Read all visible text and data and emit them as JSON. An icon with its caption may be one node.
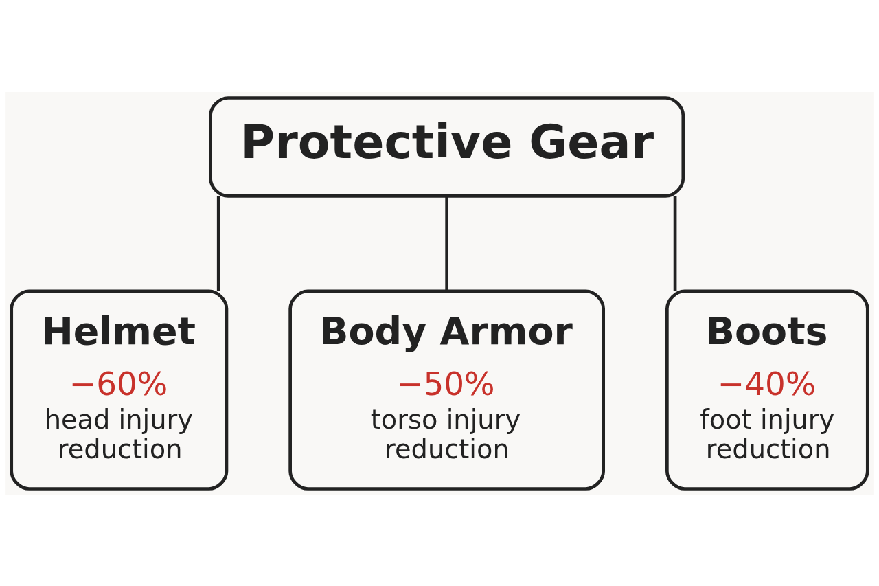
{
  "diagram": {
    "nodes": [
      {
        "text": [
          "Protective Gear"
        ]
      },
      {
        "text": [
          "Helmet",
          "−60%",
          "head injury reduction"
        ]
      },
      {
        "text": [
          "Body Armor",
          "−50%",
          "torso injury reduction"
        ]
      },
      {
        "text": [
          "Boots",
          "−40%",
          "foot injury reduction"
        ]
      }
    ],
    "edges": [
      {
        "from": 0,
        "to": 1,
        "arrow": "none"
      },
      {
        "from": 0,
        "to": 2,
        "arrow": "none"
      },
      {
        "from": 0,
        "to": 3,
        "arrow": "none"
      }
    ]
  }
}
